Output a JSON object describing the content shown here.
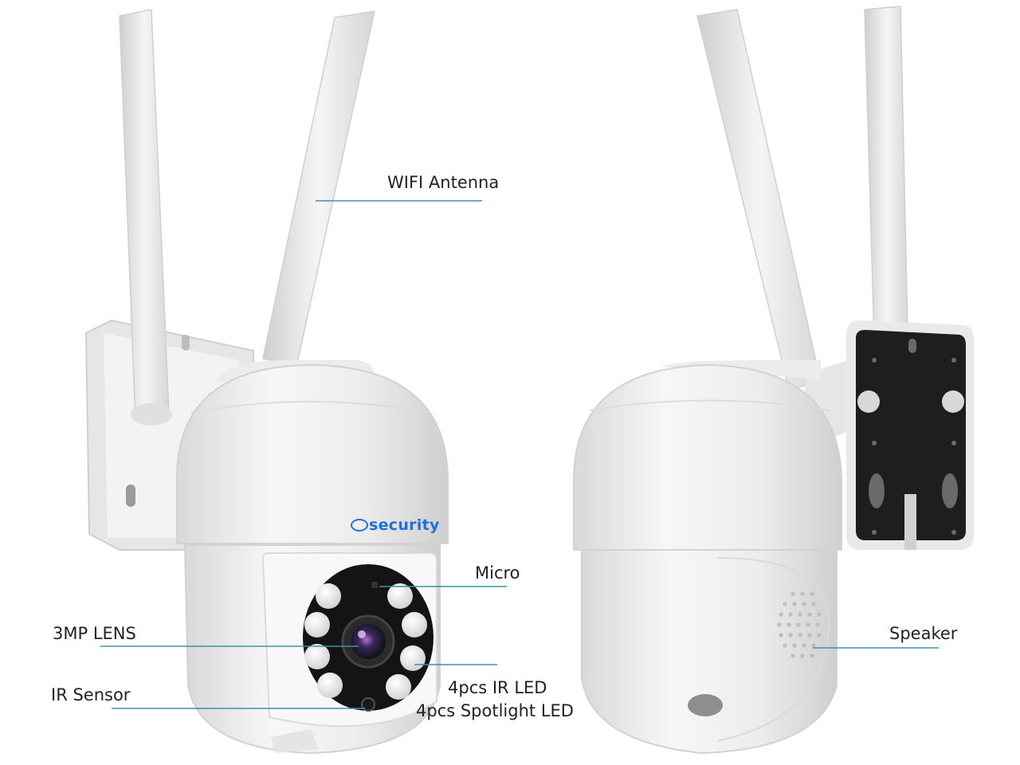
{
  "product": {
    "brand_logo_text": "security",
    "views": [
      "front-view",
      "back-view"
    ]
  },
  "labels": {
    "wifi_antenna": "WIFI Antenna",
    "micro": "Micro",
    "lens": "3MP LENS",
    "ir_sensor": "IR Sensor",
    "ir_led": "4pcs IR LED",
    "spotlight_led": "4pcs Spotlight LED",
    "speaker": "Speaker"
  },
  "colors": {
    "leader_line": "#3a93a6",
    "brand_blue": "#1e6fd9",
    "camera_body": "#f2f2f2",
    "mount_plate": "#1e1e1e"
  }
}
